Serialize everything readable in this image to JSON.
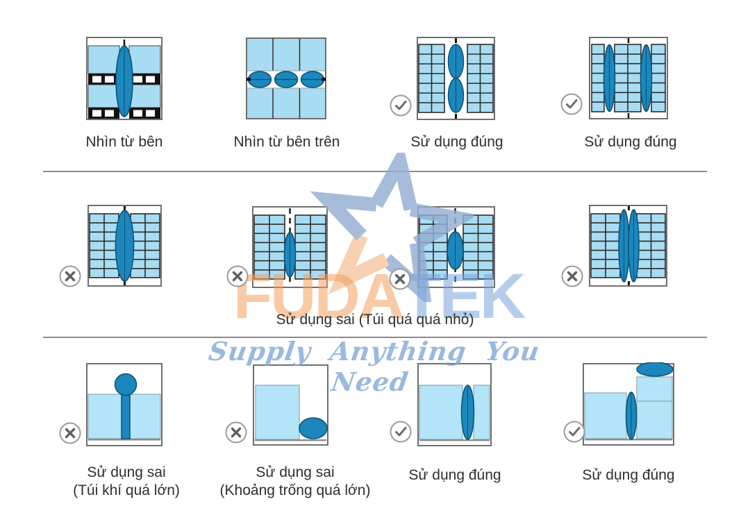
{
  "page": {
    "background": "#ffffff"
  },
  "watermark": {
    "brand_left": "FUDA",
    "brand_right": "TEK",
    "tagline": "Supply Anything You Need",
    "brand_left_color": "#f39e5d",
    "brand_right_color": "#76a4dc",
    "star_blue": "#93aed2",
    "star_orange": "#f6c8a2"
  },
  "colors": {
    "box_fill": "#a8dcf2",
    "box_fill_light": "#b4e4f7",
    "airbag_fill": "#1b87bd",
    "airbag_stroke": "#0b5074",
    "grid_line": "#2b2b2b",
    "frame_stroke": "#6e6e6e",
    "pallet_black": "#111111",
    "floor_gray": "#8c8c8c",
    "mark_circle": "#9b9b9b",
    "mark_glyph": "#5f5f5f",
    "caption_text": "#2e2e2e",
    "divider": "#8a8a8a"
  },
  "figures": {
    "row1": [
      {
        "caption": "Nhìn từ bên",
        "mark": "none"
      },
      {
        "caption": "Nhìn từ bên trên",
        "mark": "none"
      },
      {
        "caption": "Sử dụng đúng",
        "mark": "check"
      },
      {
        "caption": "Sử dụng đúng",
        "mark": "check"
      }
    ],
    "row2": {
      "caption": "Sử dụng sai (Túi quá quá nhỏ)",
      "marks": [
        "x",
        "x",
        "x",
        "x"
      ]
    },
    "row3": [
      {
        "caption_line1": "Sử dụng sai",
        "caption_line2": "(Túi khí quá lớn)",
        "mark": "x"
      },
      {
        "caption_line1": "Sử dụng sai",
        "caption_line2": "(Khoảng trống quá lớn)",
        "mark": "x"
      },
      {
        "caption_line1": "Sử dụng đúng",
        "mark": "check"
      },
      {
        "caption_line1": "Sử dụng đúng",
        "mark": "check"
      }
    ]
  }
}
